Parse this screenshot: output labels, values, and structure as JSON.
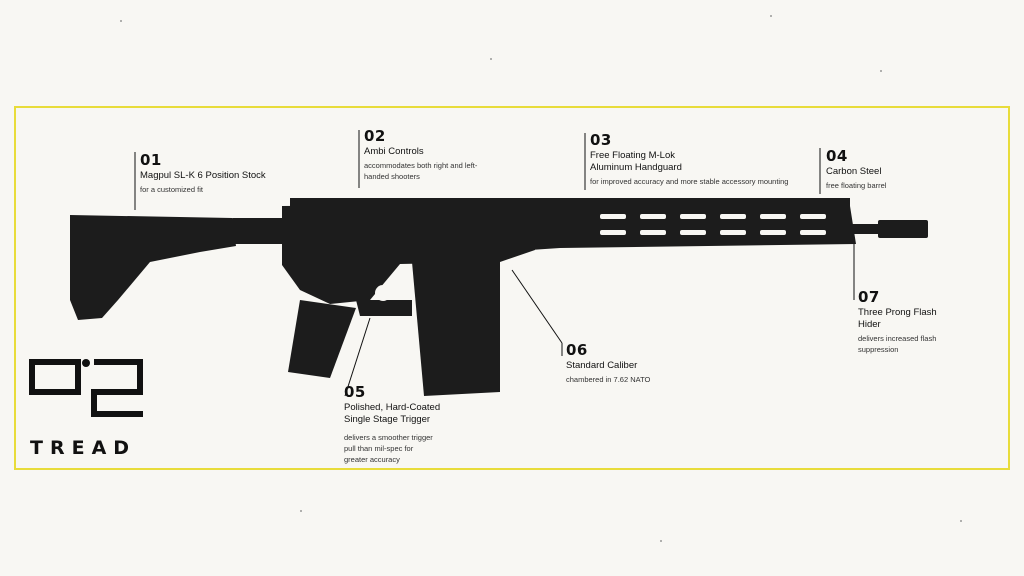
{
  "brand": {
    "name": "TREAD"
  },
  "callouts": [
    {
      "num": "01",
      "title": "Magpul SL-K 6 Position Stock",
      "desc": "for a customized fit"
    },
    {
      "num": "02",
      "title": "Ambi Controls",
      "desc": "accommodates both right and left-handed shooters"
    },
    {
      "num": "03",
      "title": "Free Floating M-Lok Aluminum Handguard",
      "desc": "for improved accuracy and more stable accessory mounting"
    },
    {
      "num": "04",
      "title": "Carbon Steel",
      "desc": "free floating barrel"
    },
    {
      "num": "05",
      "title": "Polished, Hard-Coated Single Stage Trigger",
      "desc": "delivers a smoother trigger pull than mil-spec for greater accuracy"
    },
    {
      "num": "06",
      "title": "Standard Caliber",
      "desc": "chambered in 7.62 NATO"
    },
    {
      "num": "07",
      "title": "Three Prong Flash Hider",
      "desc": "delivers increased flash suppression"
    }
  ],
  "colors": {
    "frame": "#e8dc3a",
    "rifle": "#1c1c1c",
    "background": "#f8f7f3"
  }
}
